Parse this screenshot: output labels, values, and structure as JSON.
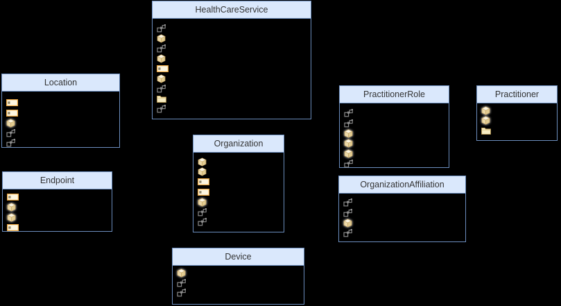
{
  "colors": {
    "background": "#000000",
    "box_header_fill": "#dae8fc",
    "box_border": "#6c8ebf",
    "box_body_fill": "#000000",
    "title_color": "#333333",
    "element_icon_fill": "#f4e9c9",
    "element_icon_stroke": "#c2a060",
    "primitive_icon_border": "#e8a33d",
    "primitive_icon_fill": "#fdf6e0",
    "reference_icon_color": "#8c8c8c",
    "folder_icon_fill": "#f7ecc3",
    "folder_icon_stroke": "#c9a95e"
  },
  "entities": {
    "healthcareservice": {
      "title": "HealthCareService",
      "rows": [
        "reference",
        "element",
        "reference",
        "element",
        "primitive",
        "element",
        "reference",
        "folder",
        "reference"
      ]
    },
    "location": {
      "title": "Location",
      "rows": [
        "primitive",
        "primitive",
        "element-glow",
        "reference",
        "reference"
      ]
    },
    "endpoint": {
      "title": "Endpoint",
      "rows": [
        "primitive",
        "element-glow",
        "element-glow",
        "primitive"
      ]
    },
    "organization": {
      "title": "Organization",
      "rows": [
        "element",
        "element",
        "primitive",
        "primitive",
        "element-glow",
        "reference",
        "reference"
      ]
    },
    "device": {
      "title": "Device",
      "rows": [
        "element-glow",
        "reference",
        "reference"
      ]
    },
    "practitionerrole": {
      "title": "PractitionerRole",
      "rows": [
        "reference",
        "reference",
        "element-glow",
        "element-glow",
        "element-glow",
        "reference"
      ]
    },
    "practitioner": {
      "title": "Practitioner",
      "rows": [
        "element-glow",
        "element-glow",
        "folder"
      ]
    },
    "organizationaffiliation": {
      "title": "OrganizationAffiliation",
      "rows": [
        "reference",
        "reference",
        "element-glow",
        "reference"
      ]
    }
  }
}
